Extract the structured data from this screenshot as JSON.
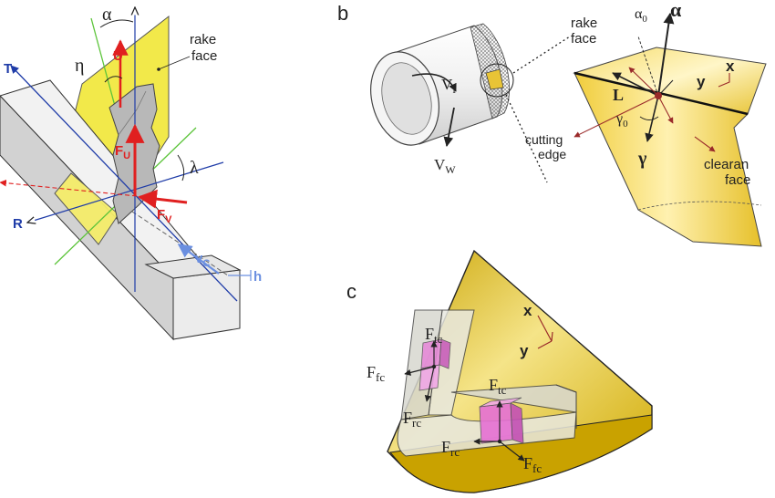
{
  "panel_a": {
    "labels": {
      "alpha": "α",
      "eta": "η",
      "lambda": "λ",
      "rake_face_1": "rake",
      "rake_face_2": "face",
      "U": "U",
      "T": "T",
      "R": "R",
      "h": "h",
      "FU_main": "F",
      "FU_sub": "U",
      "FV_main": "F",
      "FV_sub": "V",
      "vc_main": "v",
      "vc_sub": "C"
    },
    "colors": {
      "rake": "#f2e94a",
      "bar": "#e2e2e2",
      "blue": "#1f3ca8",
      "red": "#e02020",
      "green": "#5cc43a",
      "lightblue": "#6b8fe0"
    }
  },
  "panel_b": {
    "letter": "b",
    "labels": {
      "vf_main": "V",
      "vf_sub": "f",
      "vw_main": "V",
      "vw_sub": "W",
      "rake_face_1": "rake",
      "rake_face_2": "face",
      "alpha0_main": "α",
      "alpha0_sub": "0",
      "alpha": "α",
      "L": "L",
      "gamma0_main": "γ",
      "gamma0_sub": "0",
      "gamma": "γ",
      "cutting_edge_1": "cutting",
      "cutting_edge_2": "edge",
      "clearance_1": "clearan",
      "clearance_2": "face",
      "x_axis": "x",
      "y_axis": "y"
    },
    "colors": {
      "gold": "#e8c436"
    }
  },
  "panel_c": {
    "letter": "c",
    "labels": {
      "ftc_main": "F",
      "ftc_sub": "tc",
      "ffc_main": "F",
      "ffc_sub": "fc",
      "frc_main": "F",
      "frc_sub": "rc",
      "x_axis": "x",
      "y_axis": "y"
    },
    "colors": {
      "gold": "#d4b000",
      "pink": "#e58ad8"
    }
  }
}
